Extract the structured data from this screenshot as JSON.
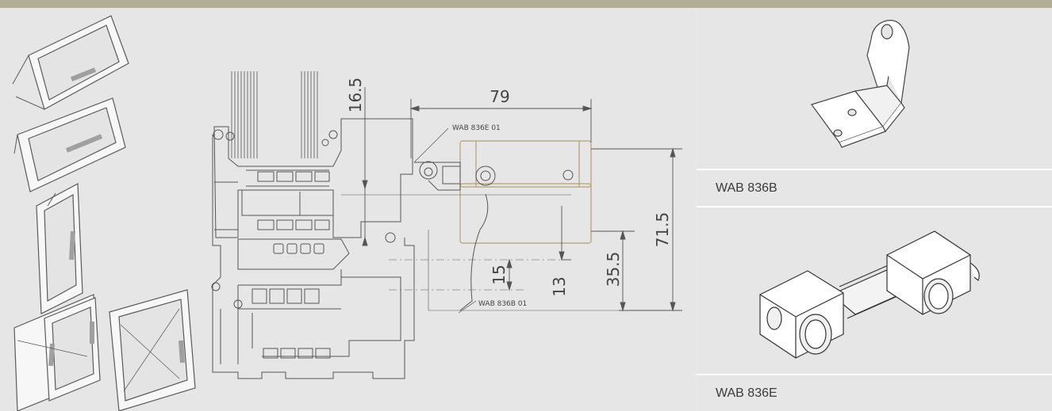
{
  "drawing": {
    "dimensions": {
      "width_top": "79",
      "height_small": "16.5",
      "height_total": "71.5",
      "height_mid": "35.5",
      "height_a": "15",
      "height_b": "13"
    },
    "callouts": {
      "upper": "WAB 836E 01",
      "lower": "WAB 836B 01"
    }
  },
  "products": [
    {
      "label": "WAB 836B",
      "icon": "bracket-hinge"
    },
    {
      "label": "WAB 836E",
      "icon": "roller-hinge"
    }
  ],
  "colors": {
    "header_bar": "#b3ac97",
    "panel_bg": "#e6e6e6",
    "line": "#555555",
    "highlight": "#b59e72"
  }
}
